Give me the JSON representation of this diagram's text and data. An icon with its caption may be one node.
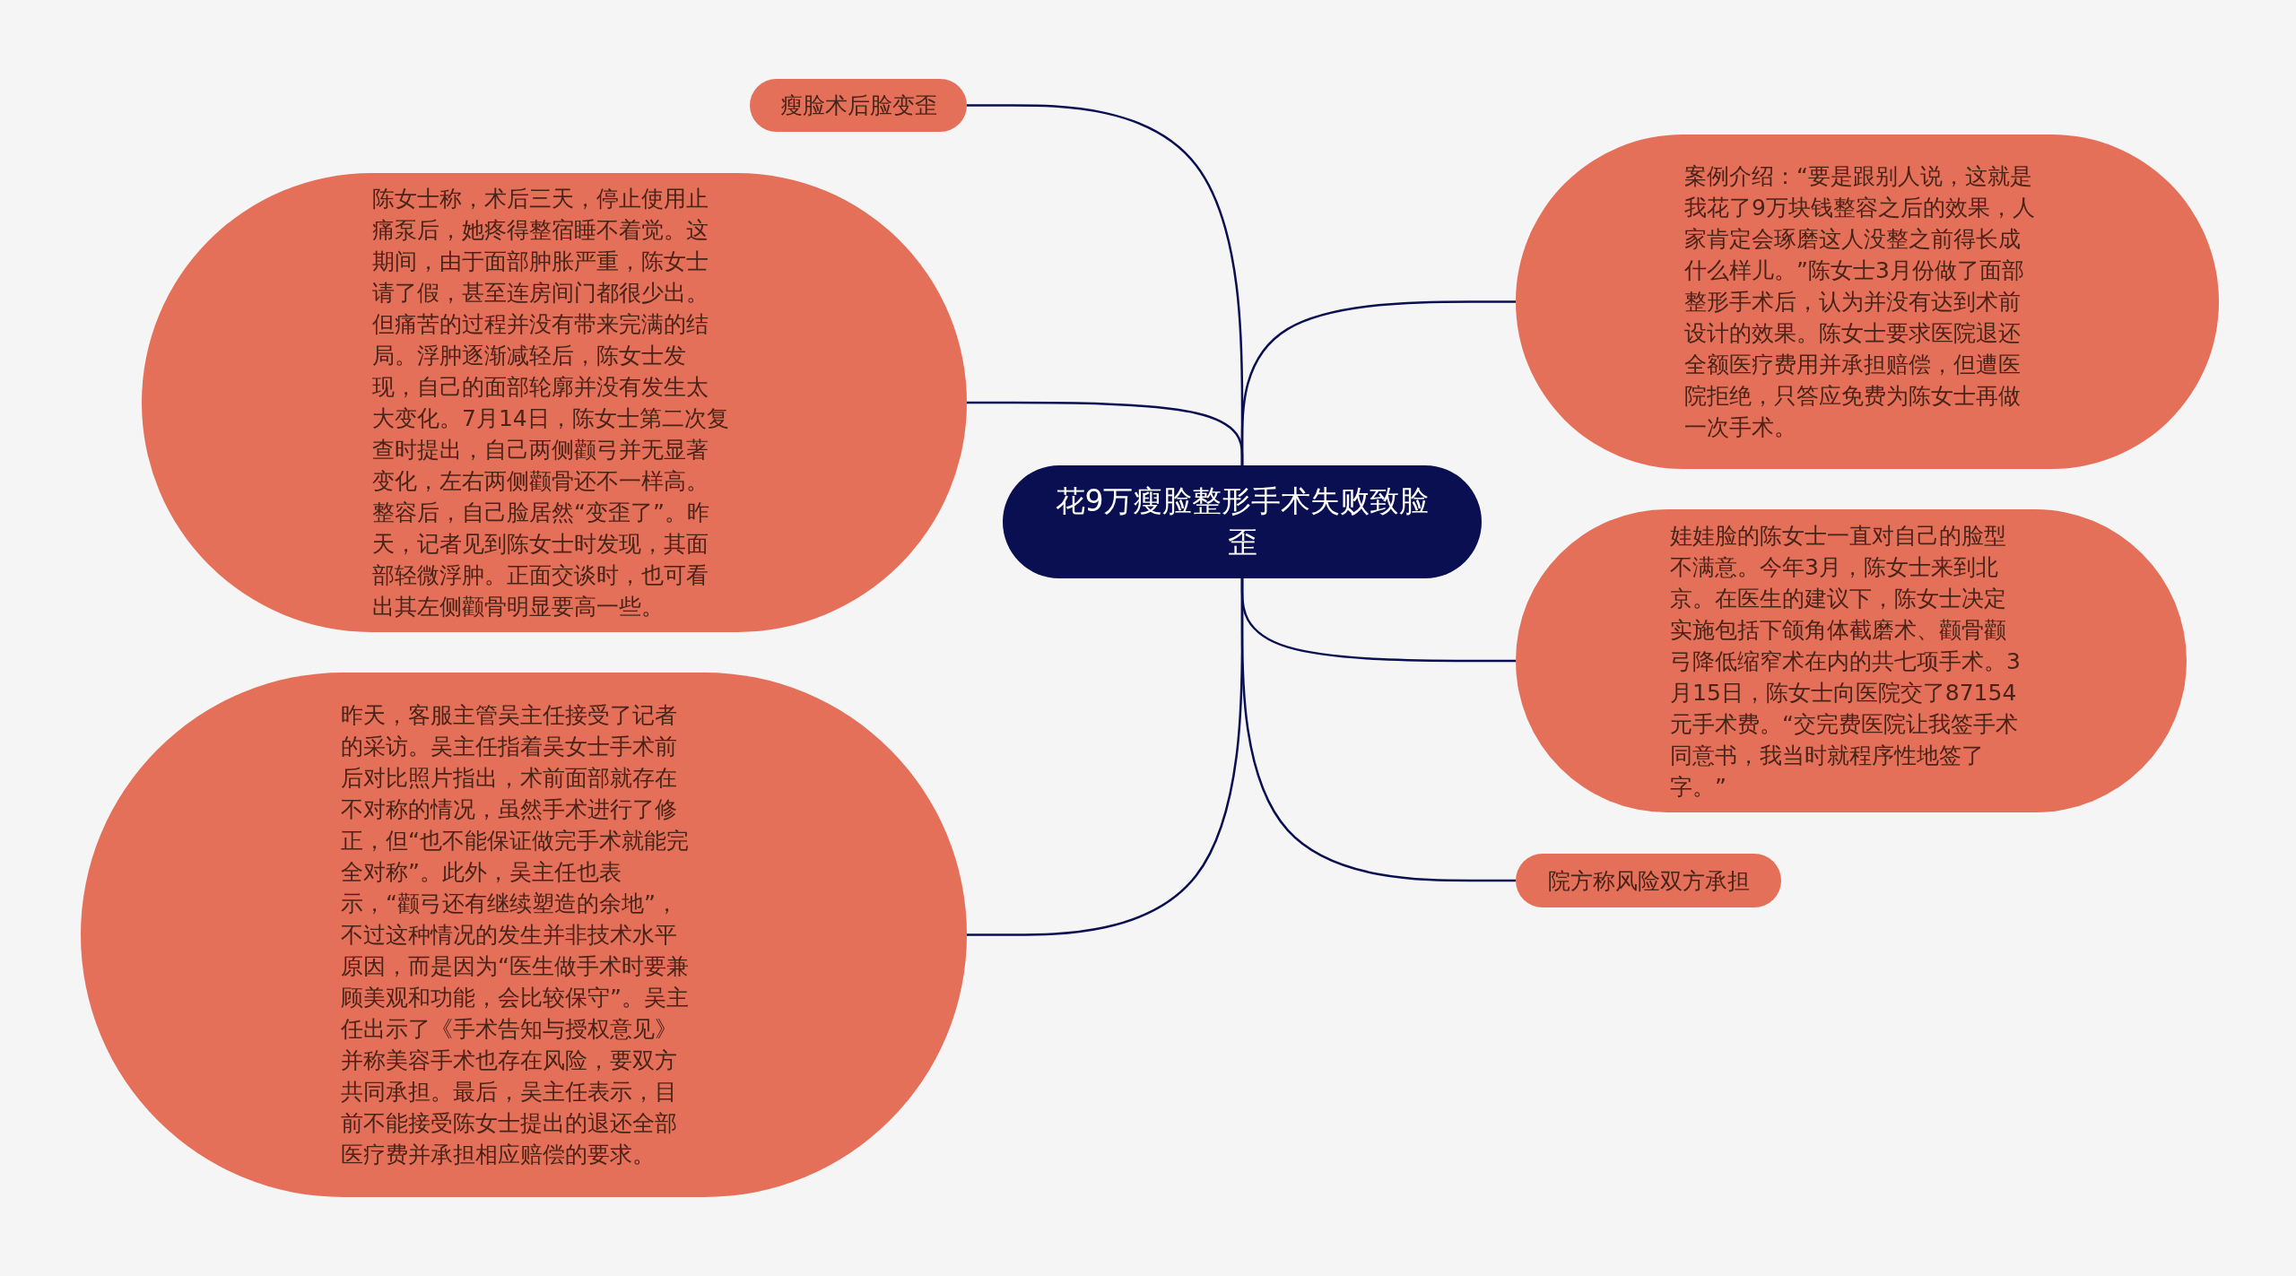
{
  "diagram": {
    "nodes": [
      {
        "text": [
          "花9万瘦脸整形手术失败致脸歪"
        ]
      },
      {
        "text": [
          "瘦脸术后脸变歪"
        ]
      },
      {
        "text": [
          "陈女士称，术后三天，停止使用止痛泵后，她疼得整宿睡不着觉。这期间，由于面部肿胀严重，陈女士请了假，甚至连房间门都很少出。但痛苦的过程并没有带来完满的结局。浮肿逐渐减轻后，陈女士发现，自己的面部轮廓并没有发生太大变化。7月14日，陈女士第二次复查时提出，自己两侧颧弓并无显著变化，左右两侧颧骨还不一样高。整容后，自己脸居然“变歪了”。昨天，记者见到陈女士时发现，其面部轻微浮肿。正面交谈时，也可看出其左侧颧骨明显要高一些。"
        ]
      },
      {
        "text": [
          "昨天，客服主管吴主任接受了记者的采访。吴主任指着吴女士手术前后对比照片指出，术前面部就存在不对称的情况，虽然手术进行了修正，但“也不能保证做完手术就能完全对称”。此外，吴主任也表示，“颧弓还有继续塑造的余地”，不过这种情况的发生并非技术水平原因，而是因为“医生做手术时要兼顾美观和功能，会比较保守”。吴主任出示了《手术告知与授权意见》并称美容手术也存在风险，要双方共同承担。最后，吴主任表示，目前不能接受陈女士提出的退还全部医疗费并承担相应赔偿的要求。"
        ]
      },
      {
        "text": [
          "案例介绍：“要是跟别人说，这就是我花了9万块钱整容之后的效果，人家肯定会琢磨这人没整之前得长成什么样儿。”陈女士3月份做了面部整形手术后，认为并没有达到术前设计的效果。陈女士要求医院退还全额医疗费用并承担赔偿，但遭医院拒绝，只答应免费为陈女士再做一次手术。"
        ]
      },
      {
        "text": [
          "娃娃脸的陈女士一直对自己的脸型不满意。今年3月，陈女士来到北京。在医生的建议下，陈女士决定实施包括下颌角体截磨术、颧骨颧弓降低缩窄术在内的共七项手术。3月15日，陈女士向医院交了87154元手术费。“交完费医院让我签手术同意书，我当时就程序性地签了字。”"
        ]
      },
      {
        "text": [
          "院方称风险双方承担"
        ]
      }
    ],
    "edges": [
      {
        "from": 0,
        "to": 1,
        "arrow": "none"
      },
      {
        "from": 0,
        "to": 2,
        "arrow": "none"
      },
      {
        "from": 0,
        "to": 3,
        "arrow": "none"
      },
      {
        "from": 0,
        "to": 4,
        "arrow": "none"
      },
      {
        "from": 0,
        "to": 5,
        "arrow": "none"
      },
      {
        "from": 0,
        "to": 6,
        "arrow": "none"
      }
    ]
  }
}
